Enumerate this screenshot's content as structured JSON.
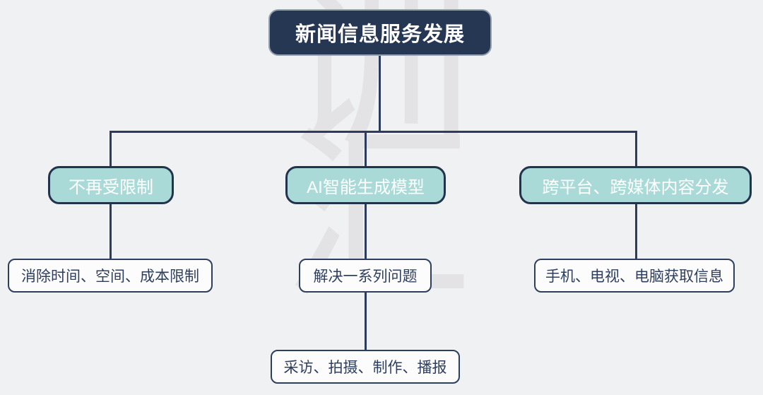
{
  "diagram": {
    "type": "flowchart",
    "root": {
      "label": "新闻信息服务发展"
    },
    "branches": [
      {
        "label": "不再受限制",
        "child": {
          "label": "消除时间、空间、成本限制"
        }
      },
      {
        "label": "AI智能生成模型",
        "child": {
          "label": "解决一系列问题"
        },
        "grandchild": {
          "label": "采访、拍摄、制作、播报"
        }
      },
      {
        "label": "跨平台、跨媒体内容分发",
        "child": {
          "label": "手机、电视、电脑获取信息"
        }
      }
    ]
  },
  "watermark": {
    "line1": "训",
    "line2": "汇"
  },
  "colors": {
    "background": "#f0f1f2",
    "root_fill": "#263753",
    "root_outline": "#93a0ae",
    "branch_fill": "#a9dad7",
    "branch_border": "#22334e",
    "leaf_fill": "#fcfcfd",
    "leaf_border": "#2e3f5e",
    "connector": "#2c3c5a",
    "text_on_dark": "#ffffff",
    "text_on_light": "#2e3f5e",
    "watermark_color": "#e3e3e6"
  }
}
